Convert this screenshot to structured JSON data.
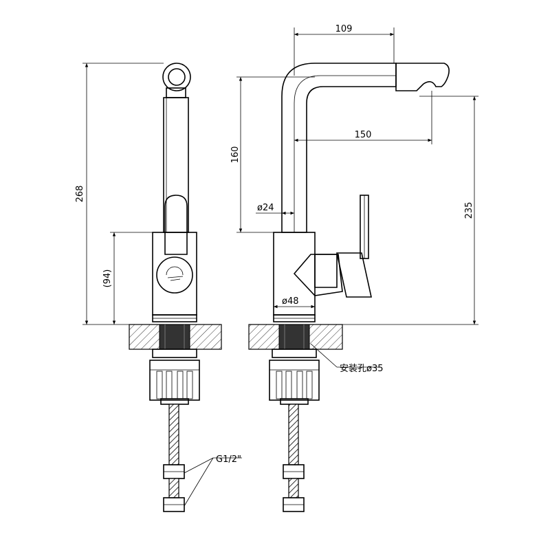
{
  "dimensions": {
    "width_top": "109",
    "height_left": "268",
    "inner_height": "(94)",
    "spout_height": "160",
    "spout_reach": "150",
    "total_height_right": "235",
    "pipe_diameter": "ø24",
    "body_diameter": "ø48"
  },
  "annotations": {
    "mounting_hole": "安装孔ø35",
    "thread": "G1/2\""
  }
}
